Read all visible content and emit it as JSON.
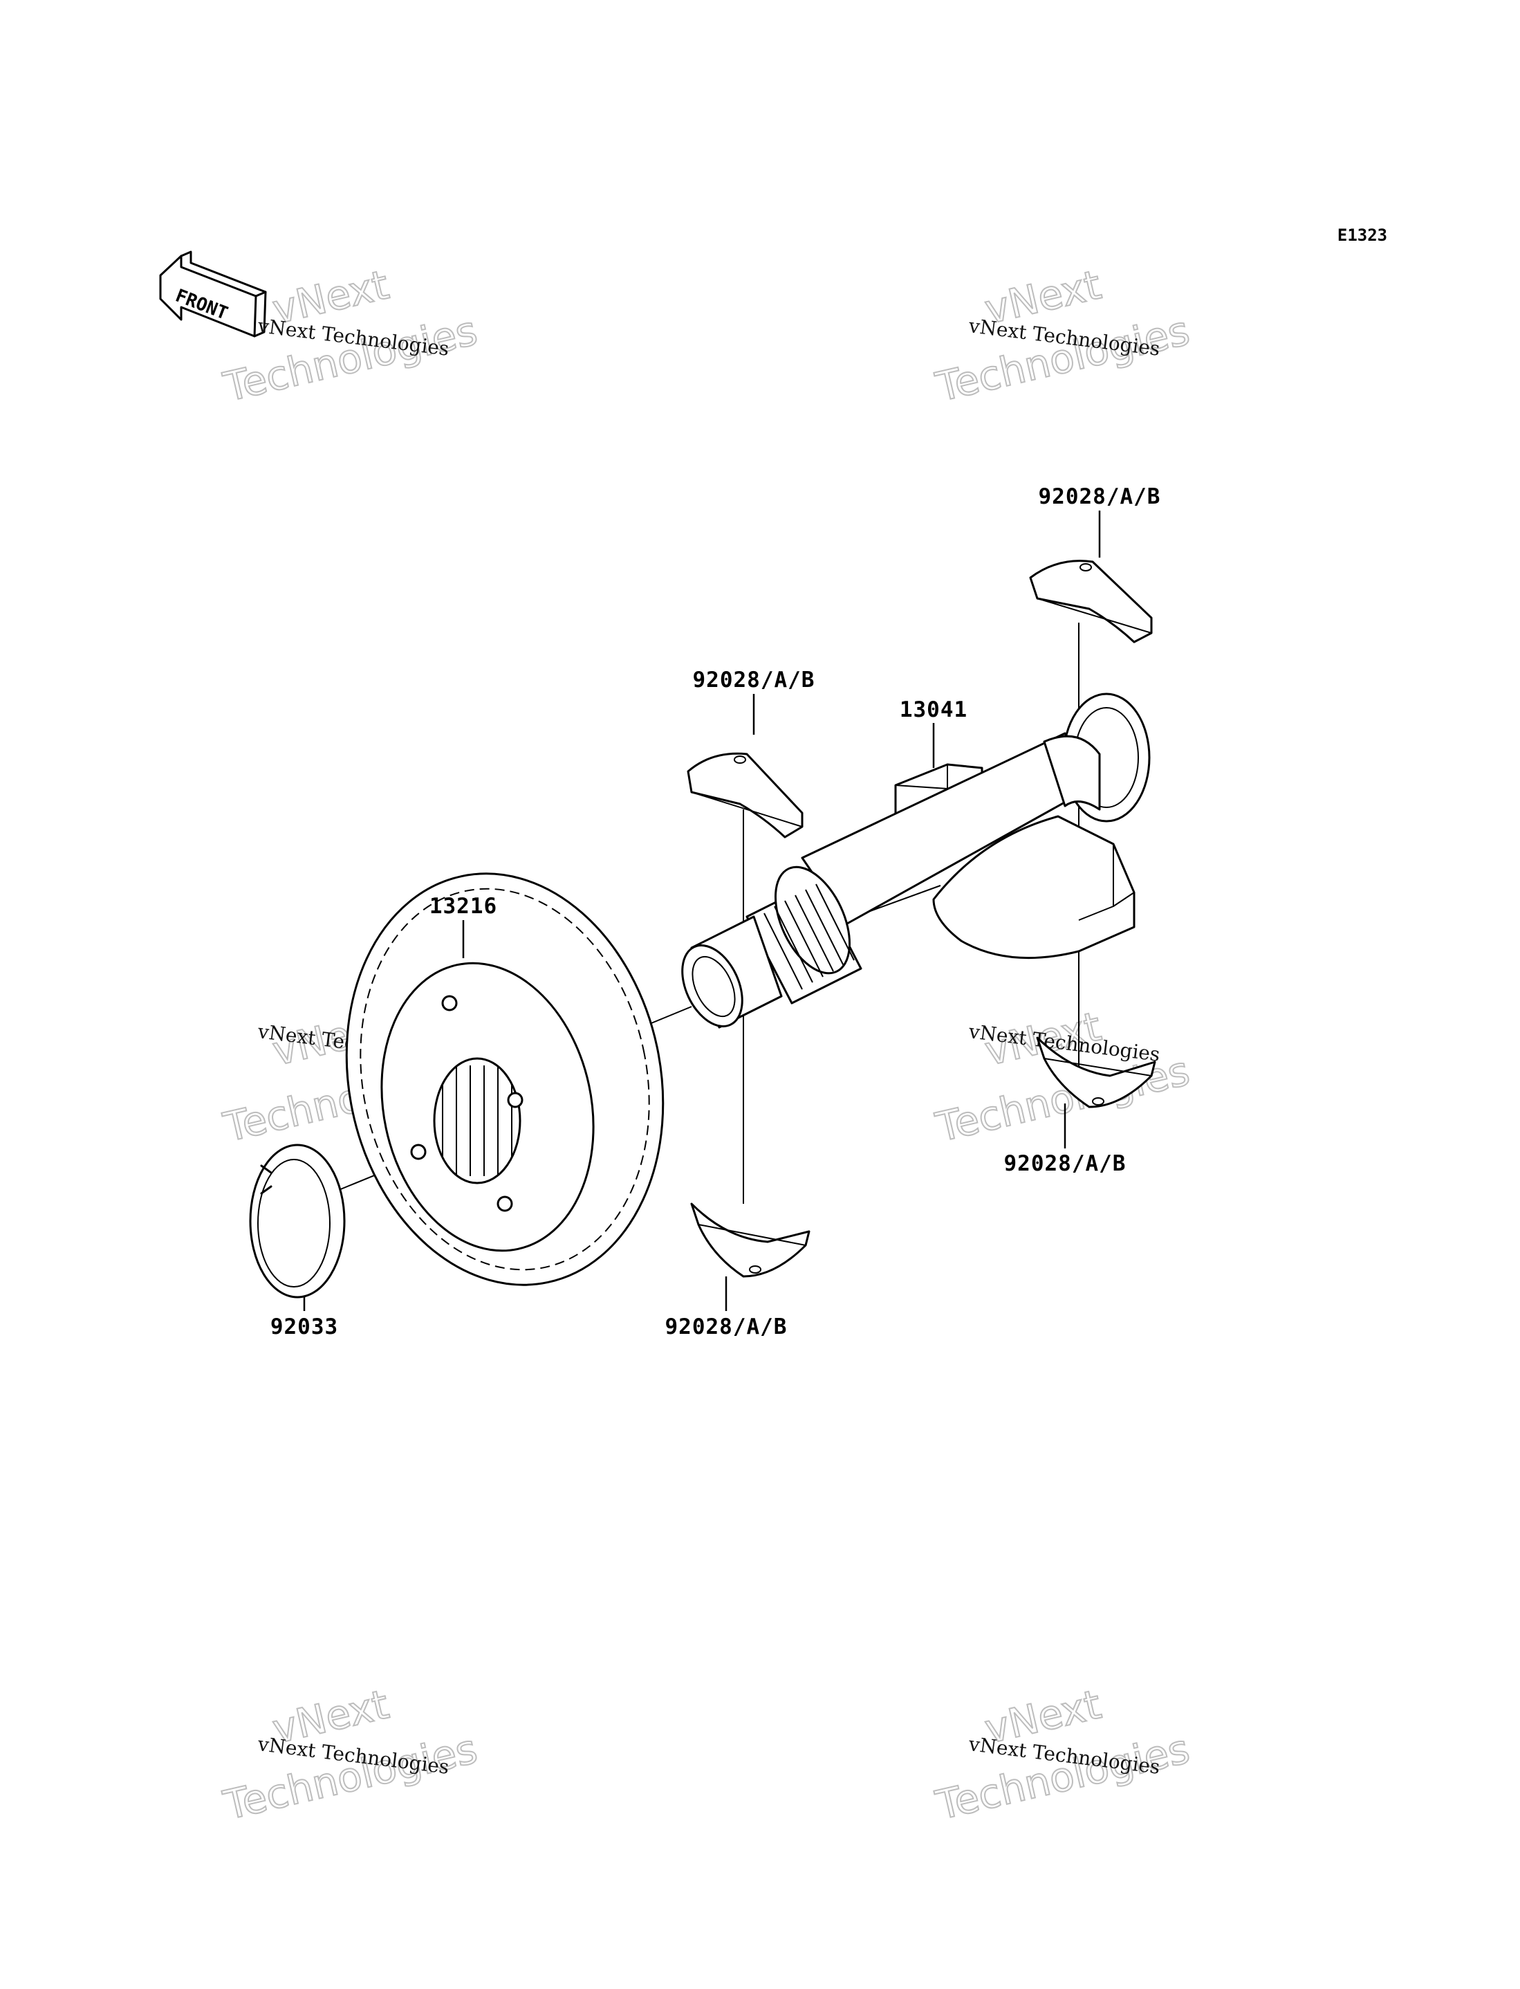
{
  "diagram_code": "E1323",
  "front_indicator": "FRONT",
  "parts": {
    "bearing_top_right": "92028/A/B",
    "bearing_top_center": "92028/A/B",
    "balancer_shaft": "13041",
    "gear": "13216",
    "bearing_bottom_right": "92028/A/B",
    "bearing_bottom_center": "92028/A/B",
    "circlip": "92033"
  },
  "watermark": {
    "small_text": "vNext Technologies",
    "big_line1": "vNext",
    "big_line2": "Technologies"
  }
}
